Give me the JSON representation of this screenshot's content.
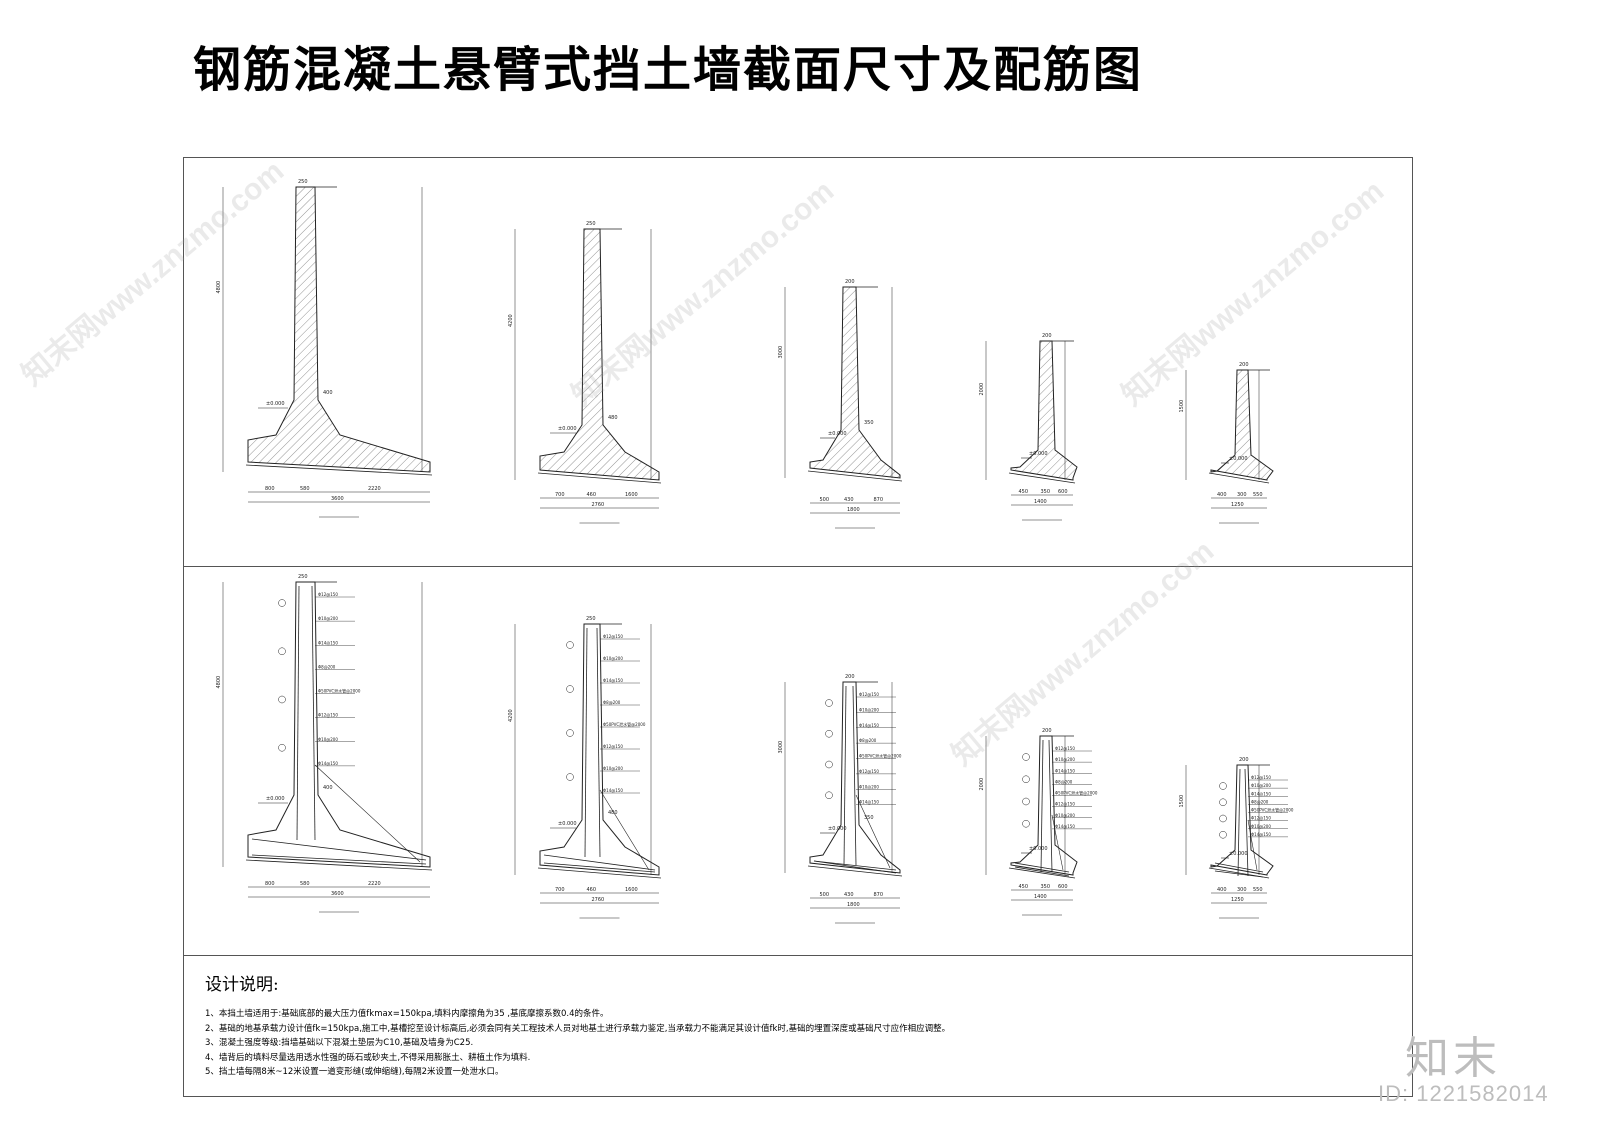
{
  "title": "钢筋混凝土悬臂式挡土墙截面尺寸及配筋图",
  "design_notes": {
    "heading": "设计说明:",
    "items": [
      "1、本挡土墙适用于:基础底部的最大压力值fkmax=150kpa,填料内摩擦角为35 ,基底摩擦系数0.4的条件。",
      "2、基础的地基承载力设计值fk=150kpa,施工中,基槽挖至设计标高后,必须会同有关工程技术人员对地基土进行承载力鉴定,当承载力不能满足其设计值fk时,基础的埋置深度或基础尺寸应作相应调整。",
      "3、混凝土强度等级:挡墙基础以下混凝土垫层为C10,基础及墙身为C25.",
      "4、墙背后的填料尽量选用透水性强的砾石或砂夹土,不得采用膨胀土、耕植土作为填料.",
      "5、挡土墙每隔8米~12米设置一道变形缝(或伸缩缝),每隔2米设置一处泄水口。"
    ]
  },
  "sections": [
    {
      "id": "s1",
      "dims": [
        "800",
        "580",
        "2220"
      ],
      "total": "3600",
      "height": "4800",
      "top": "250",
      "stem": "400"
    },
    {
      "id": "s2",
      "dims": [
        "700",
        "460",
        "1600"
      ],
      "total": "2760",
      "height": "4200",
      "top": "250",
      "stem": "480"
    },
    {
      "id": "s3",
      "dims": [
        "500",
        "430",
        "870"
      ],
      "total": "1800",
      "height": "3000",
      "top": "200",
      "stem": "350"
    },
    {
      "id": "s4",
      "dims": [
        "450",
        "350",
        "600"
      ],
      "total": "1400",
      "height": "2000",
      "top": "200",
      "stem": ""
    },
    {
      "id": "s5",
      "dims": [
        "400",
        "300",
        "550"
      ],
      "total": "1250",
      "height": "1500",
      "top": "200",
      "stem": ""
    }
  ],
  "level_mark": "±0.000",
  "rebar_tags": [
    "Φ12@150",
    "Φ10@200",
    "Φ14@150",
    "Φ8@200",
    "Φ50PVC泄水管@2000"
  ],
  "watermark": {
    "logo": "知末",
    "id": "ID: 1221582014",
    "site": "知末网www.znzmo.com"
  },
  "colors": {
    "line": "#222222",
    "hatch": "#555555",
    "frame": "#555555",
    "watermark": "#bdbdbd"
  }
}
